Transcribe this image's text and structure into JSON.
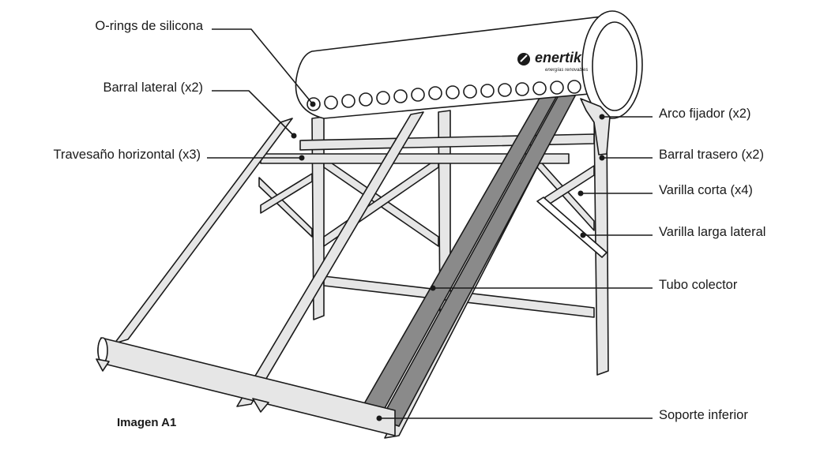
{
  "brand": {
    "name": "enertik",
    "tagline": "energías renovables"
  },
  "labels": {
    "o_rings": "O-rings de silicona",
    "barral_lateral": "Barral lateral (x2)",
    "travesano": "Travesaño horizontal (x3)",
    "arco_fijador": "Arco fijador (x2)",
    "barral_trasero": "Barral trasero (x2)",
    "varilla_corta": "Varilla corta (x4)",
    "varilla_larga": "Varilla larga lateral",
    "tubo_colector": "Tubo colector",
    "soporte_inferior": "Soporte inferior"
  },
  "caption": "Imagen A1",
  "colors": {
    "outline": "#1a1a1a",
    "tube_fill": "#8a8a8a",
    "frame_fill": "#e6e6e6",
    "tank_fill": "#ffffff"
  }
}
